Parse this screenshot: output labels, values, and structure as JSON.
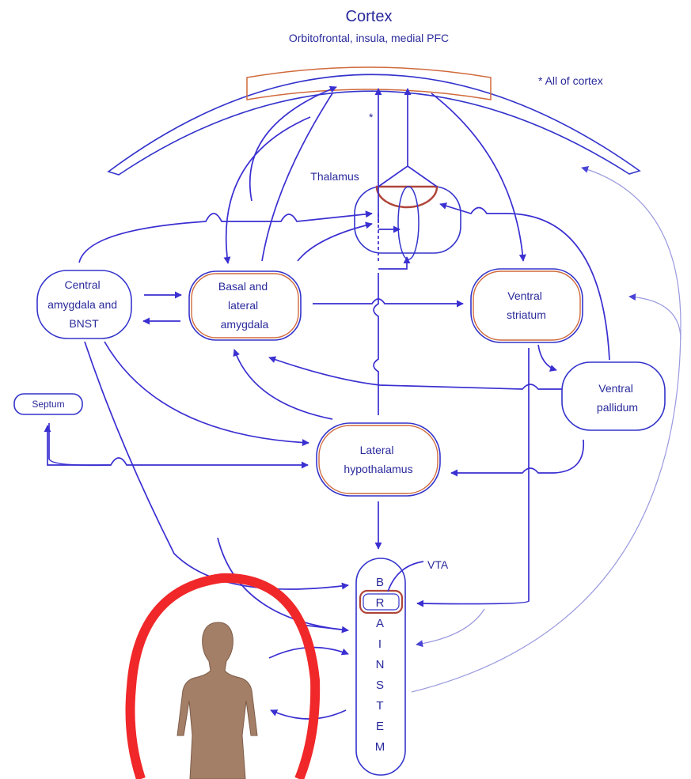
{
  "cortex": {
    "title": "Cortex",
    "subtitle": "Orbitofrontal, insula, medial PFC",
    "note": "* All of cortex",
    "asterisk": "*"
  },
  "nodes": {
    "thalamus": "Thalamus",
    "central_amygdala": [
      "Central",
      "amygdala and",
      "BNST"
    ],
    "basal_lateral_amygdala": [
      "Basal and",
      "lateral",
      "amygdala"
    ],
    "ventral_striatum": [
      "Ventral",
      "striatum"
    ],
    "ventral_pallidum": [
      "Ventral",
      "pallidum"
    ],
    "septum": "Septum",
    "lateral_hypothalamus": [
      "Lateral",
      "hypothalamus"
    ],
    "vta": "VTA",
    "brainstem_letters": [
      "B",
      "R",
      "A",
      "I",
      "N",
      "S",
      "T",
      "E",
      "M"
    ]
  },
  "colors": {
    "stroke": "#3333cc",
    "inner_outline": "#d06a3c",
    "body": "#a47f67",
    "highlight_ring": "#f0282a",
    "thalamus_nucleus": "#b0453a"
  },
  "icons": {
    "body": "human-body-silhouette-icon"
  }
}
